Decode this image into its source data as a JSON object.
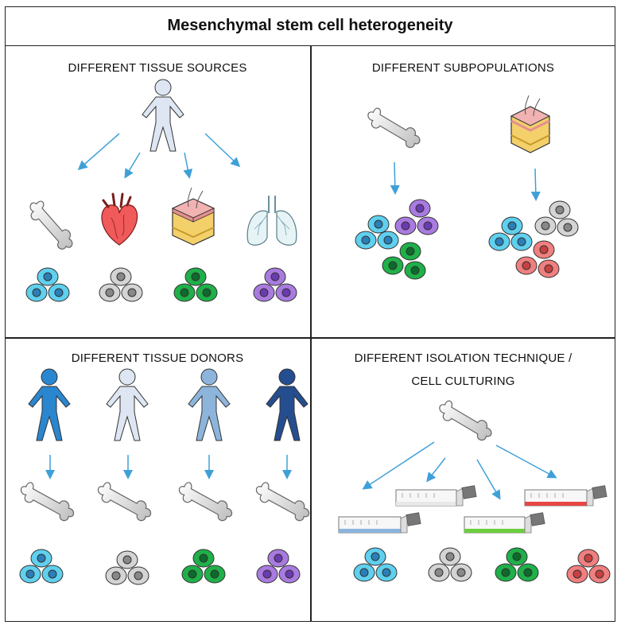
{
  "title": "Mesenchymal stem cell heterogeneity",
  "panels": {
    "tissue_sources": {
      "title": "DIFFERENT TISSUE SOURCES"
    },
    "subpopulations": {
      "title": "DIFFERENT SUBPOPULATIONS"
    },
    "tissue_donors": {
      "title": "DIFFERENT TISSUE DONORS"
    },
    "isolation": {
      "title_line1": "DIFFERENT ISOLATION TECHNIQUE /",
      "title_line2": "CELL CULTURING"
    }
  },
  "colors": {
    "arrow": "#3fa0d8",
    "cyan_cell": "#5fd0ee",
    "gray_cell": "#d4d4d4",
    "green_cell": "#1fb04a",
    "purple_cell": "#a97be0",
    "red_cell": "#f07f7f",
    "person_light": "#dde6f2",
    "person_blue": "#2a86cf",
    "person_mid": "#8db5dc",
    "person_dark": "#244e8f"
  }
}
